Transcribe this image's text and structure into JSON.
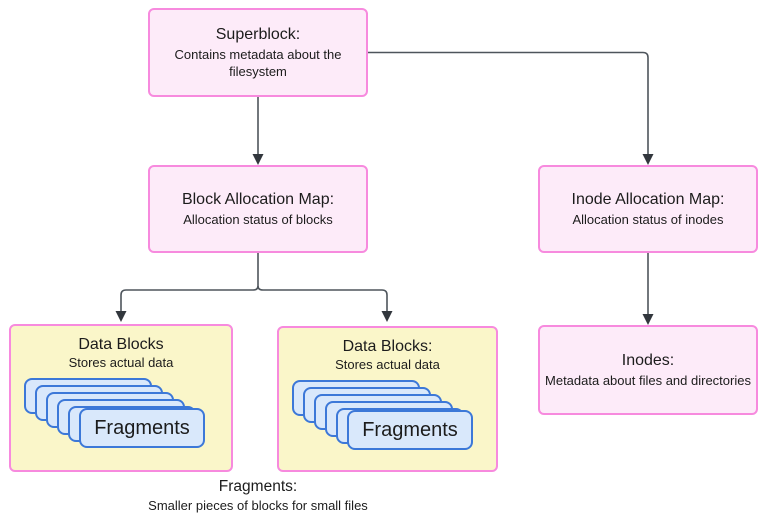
{
  "diagram": {
    "nodes": {
      "superblock": {
        "title": "Superblock:",
        "subtitle": "Contains metadata about the filesystem"
      },
      "block_allocation_map": {
        "title": "Block Allocation Map:",
        "subtitle": "Allocation status of blocks"
      },
      "inode_allocation_map": {
        "title": "Inode Allocation Map:",
        "subtitle": "Allocation status of inodes"
      },
      "data_blocks_left": {
        "title": "Data Blocks",
        "subtitle": "Stores actual data",
        "fragments_label": "Fragments",
        "stack_count": 6
      },
      "data_blocks_right": {
        "title": "Data Blocks:",
        "subtitle": "Stores actual data",
        "fragments_label": "Fragments",
        "stack_count": 6
      },
      "inodes": {
        "title": "Inodes:",
        "subtitle": "Metadata about files and directories"
      }
    },
    "caption": {
      "title": "Fragments:",
      "subtitle": "Smaller pieces of blocks for small files"
    },
    "colors": {
      "pink_fill": "#fdebf9",
      "pink_border": "#f78ade",
      "yellow_fill": "#faf6c9",
      "fragment_fill": "#d9e8fb",
      "fragment_border": "#3c78d8",
      "connector_line": "#4e555c",
      "arrowhead": "#32373d",
      "text": "#1c1c1c"
    }
  }
}
